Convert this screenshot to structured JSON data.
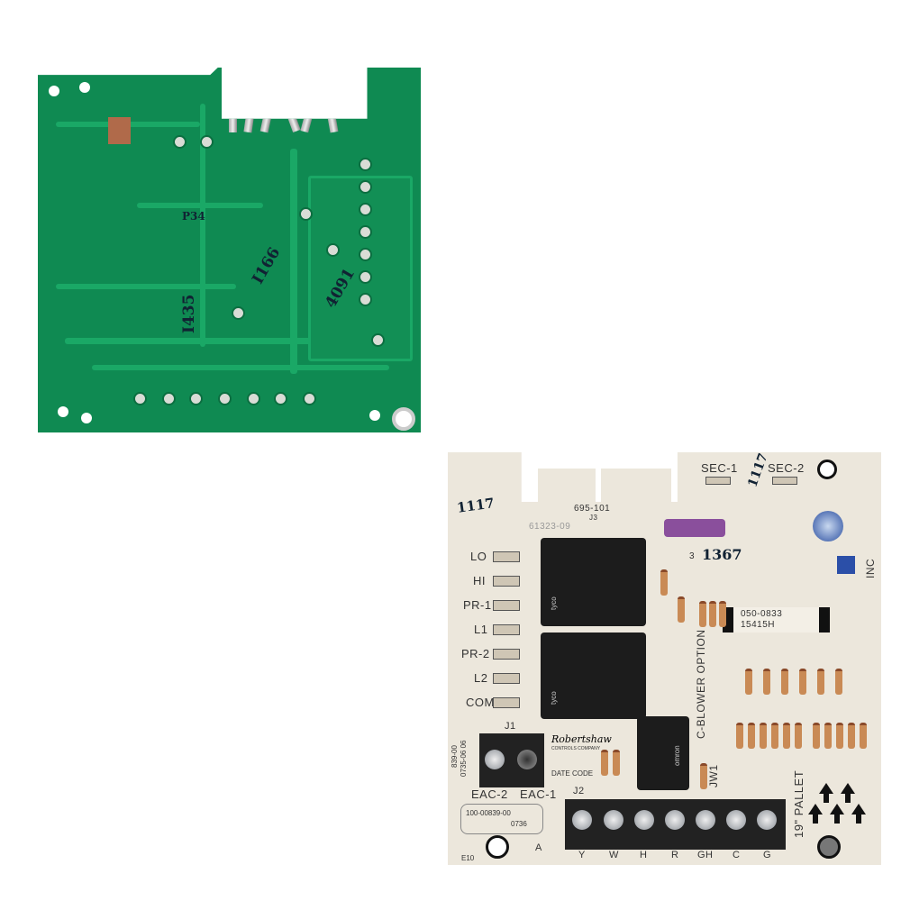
{
  "green_board": {
    "handwriting": [
      "P34",
      "I435",
      "I166",
      "4091"
    ]
  },
  "cream_board": {
    "top_labels": {
      "sec1": "SEC-1",
      "sec2": "SEC-2",
      "part_j3": "695-101",
      "j3": "J3",
      "code": "61323-09",
      "fuse_rating": "3",
      "handwritten_top": "1117",
      "handwritten_left": "1117",
      "handwritten_mid": "1367"
    },
    "side_terminals": [
      "LO",
      "HI",
      "PR-1",
      "L1",
      "PR-2",
      "L2",
      "COM"
    ],
    "chip": {
      "line1": "050-0833",
      "line2": "15415H"
    },
    "relay_brand": "tyco",
    "relay3_brand": "omron",
    "option_label": "C-BLOWER OPTION",
    "pallet_label": "19\" PALLET",
    "inc_label": "INC",
    "jumper": "JW1",
    "j1": "J1",
    "eac": [
      "EAC-2",
      "EAC-1"
    ],
    "side_codes": [
      "0735-06 06",
      "839-00"
    ],
    "maker": "Robertshaw",
    "maker_sub": "CONTROLS COMPANY",
    "date_code_label": "DATE CODE",
    "part_number": "100-00839-00",
    "lot": "0736",
    "e10": "E10",
    "rev": "A",
    "j2": "J2",
    "terminal_block": [
      "Y",
      "W",
      "H",
      "R",
      "GH",
      "C",
      "G"
    ]
  }
}
